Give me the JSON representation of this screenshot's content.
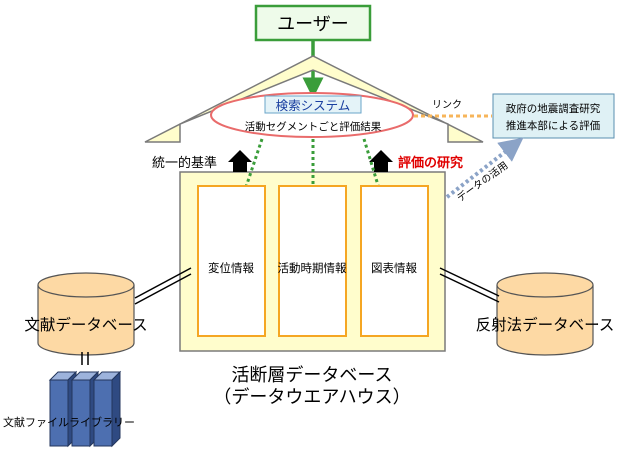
{
  "user": {
    "label": "ユーザー"
  },
  "search": {
    "title": "検索システム",
    "subtitle": "活動セグメントごと評価結果"
  },
  "link": {
    "label": "リンク"
  },
  "hq": {
    "line1": "政府の地震調査研究",
    "line2": "推進本部による評価"
  },
  "data_use": {
    "label": "データの活用"
  },
  "left_label": "統一的基準",
  "right_label": "評価の研究",
  "panels": [
    {
      "label": "変位情報"
    },
    {
      "label": "活動時期情報"
    },
    {
      "label": "図表情報"
    }
  ],
  "warehouse": {
    "line1": "活断層データベース",
    "line2": "（データウエアハウス）"
  },
  "lit_db": {
    "label": "文献データベース"
  },
  "refl_db": {
    "label": "反射法データベース"
  },
  "library": {
    "label": "文献ファイルライブラリー"
  },
  "colors": {
    "house_fill": "#fffdcc",
    "house_stroke": "#7a7a7a",
    "cylinder_fill": "#fdd9a4",
    "panel_stroke": "#f5a623",
    "ellipse_stroke": "#e96b6b",
    "user_stroke": "#3a9d3a",
    "user_fill": "#eefbea",
    "green_arrow": "#3a9d3a",
    "dotted_orange": "#f7b55a",
    "dotted_blue": "#8ba3c7",
    "hq_fill": "#dff1f5",
    "book_fill": "#4d6fb0",
    "red_text": "#e00000"
  }
}
